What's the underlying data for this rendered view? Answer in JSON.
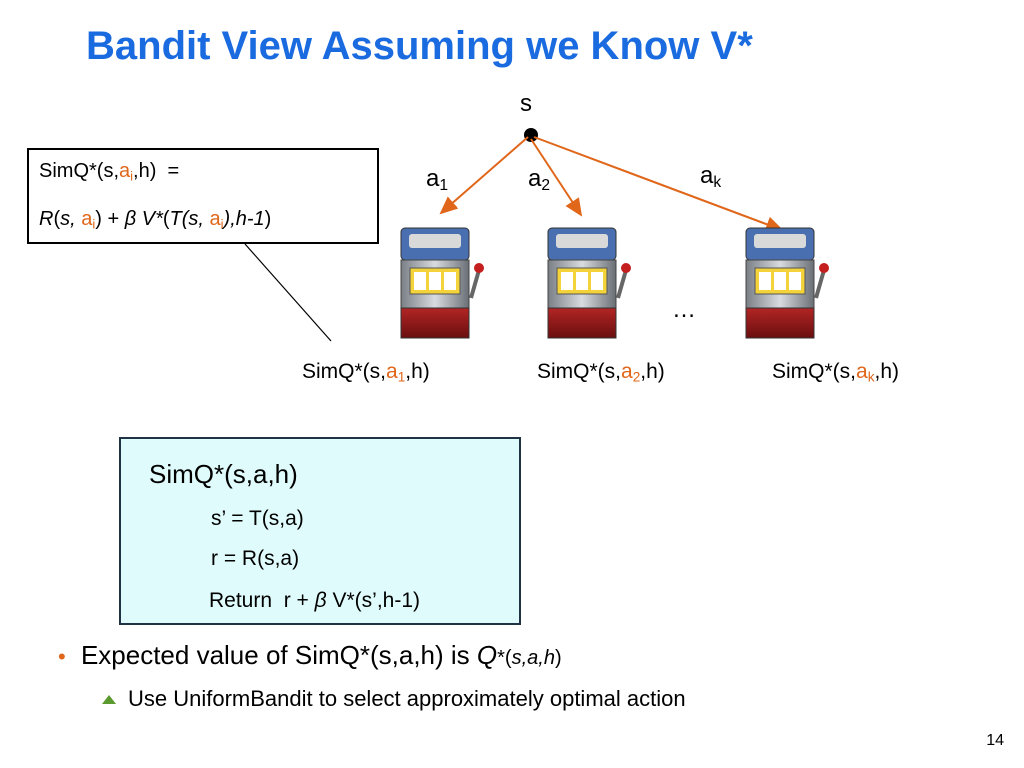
{
  "slide": {
    "title": "Bandit View Assuming we Know V*",
    "page_number": "14"
  },
  "tree": {
    "root_label": "s",
    "actions": [
      {
        "base": "a",
        "sub": "1"
      },
      {
        "base": "a",
        "sub": "2"
      },
      {
        "base": "a",
        "sub": "k"
      }
    ],
    "ellipsis": "…"
  },
  "arms": [
    {
      "prefix": "SimQ*(s,",
      "a": "a",
      "sub": "1",
      "suffix": ",h)"
    },
    {
      "prefix": "SimQ*(s,",
      "a": "a",
      "sub": "2",
      "suffix": ",h)"
    },
    {
      "prefix": "SimQ*(s,",
      "a": "a",
      "sub": "k",
      "suffix": ",h)"
    }
  ],
  "definition": {
    "line1_prefix": "SimQ*(s,",
    "line1_a": "a",
    "line1_sub": "i",
    "line1_suffix": ",h)  =",
    "l2_R": "R",
    "l2_open": "(",
    "l2_s": "s,",
    "l2_a": "a",
    "l2_sub": "i",
    "l2_mid": ") +",
    "l2_beta": "β",
    "l2_V": "V*",
    "l2_open2": "(",
    "l2_T": "T(s,",
    "l2_a2": "a",
    "l2_sub2": "i",
    "l2_end": "),h-1",
    "l2_close": ")"
  },
  "code": {
    "header": "SimQ*(s,a,h)",
    "line1": "s’ = T(s,a)",
    "line2": "r = R(s,a)",
    "line3_prefix": "Return  r +",
    "line3_beta": "β",
    "line3_suffix": "V*(s’,h-1)"
  },
  "bullets": {
    "main_prefix": "Expected value of SimQ*(s,a,h) is",
    "main_q": "Q",
    "main_star": "*(",
    "main_args": "s,a,h",
    "main_close": ")",
    "sub": "Use UniformBandit to select approximately optimal action"
  },
  "colors": {
    "title": "#1a6be0",
    "accent": "#e0661a",
    "code_bg": "#e0fbfb",
    "sub_bullet": "#5a9a2e"
  }
}
